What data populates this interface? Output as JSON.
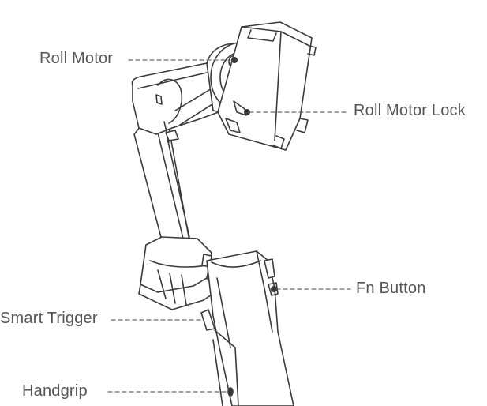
{
  "labels": {
    "roll_motor": "Roll Motor",
    "roll_motor_lock": "Roll Motor Lock",
    "fn_button": "Fn Button",
    "smart_trigger": "Smart Trigger",
    "handgrip": "Handgrip"
  },
  "colors": {
    "line": "#3a3a3a",
    "leader": "#6a6a6a",
    "text": "#555555",
    "fill": "#ffffff"
  }
}
